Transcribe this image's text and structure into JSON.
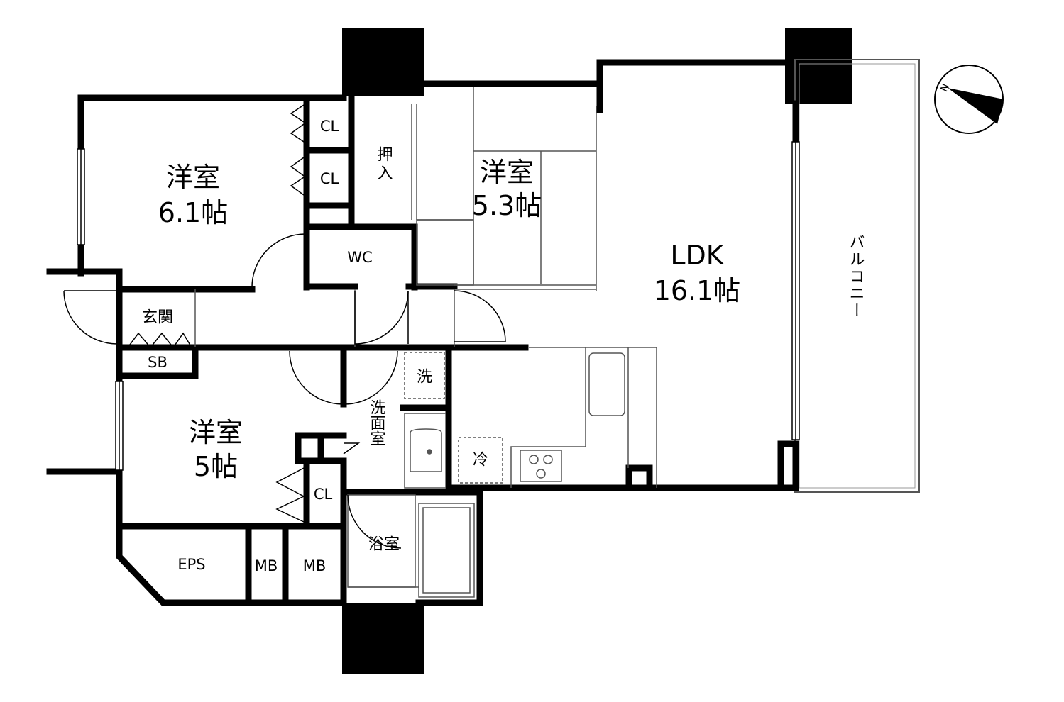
{
  "rooms": {
    "western_room_1": {
      "name": "洋室",
      "size": "6.1帖"
    },
    "western_room_2": {
      "name": "洋室",
      "size": "5.3帖"
    },
    "western_room_3": {
      "name": "洋室",
      "size": "5帖"
    },
    "ldk": {
      "name": "LDK",
      "size": "16.1帖"
    },
    "balcony": {
      "name": "バルコニー"
    },
    "entrance": {
      "name": "玄関"
    },
    "shoe_box": {
      "name": "SB"
    },
    "toilet": {
      "name": "WC"
    },
    "closet_1": {
      "name": "CL"
    },
    "closet_2": {
      "name": "CL"
    },
    "closet_3": {
      "name": "CL"
    },
    "oshiire": {
      "name": "押入"
    },
    "washroom": {
      "name": "洗面室"
    },
    "washer_space": {
      "name": "洗"
    },
    "fridge_space": {
      "name": "冷"
    },
    "bathroom": {
      "name": "浴室"
    },
    "eps": {
      "name": "EPS"
    },
    "mb_1": {
      "name": "MB"
    },
    "mb_2": {
      "name": "MB"
    }
  },
  "compass": {
    "label": "N"
  }
}
